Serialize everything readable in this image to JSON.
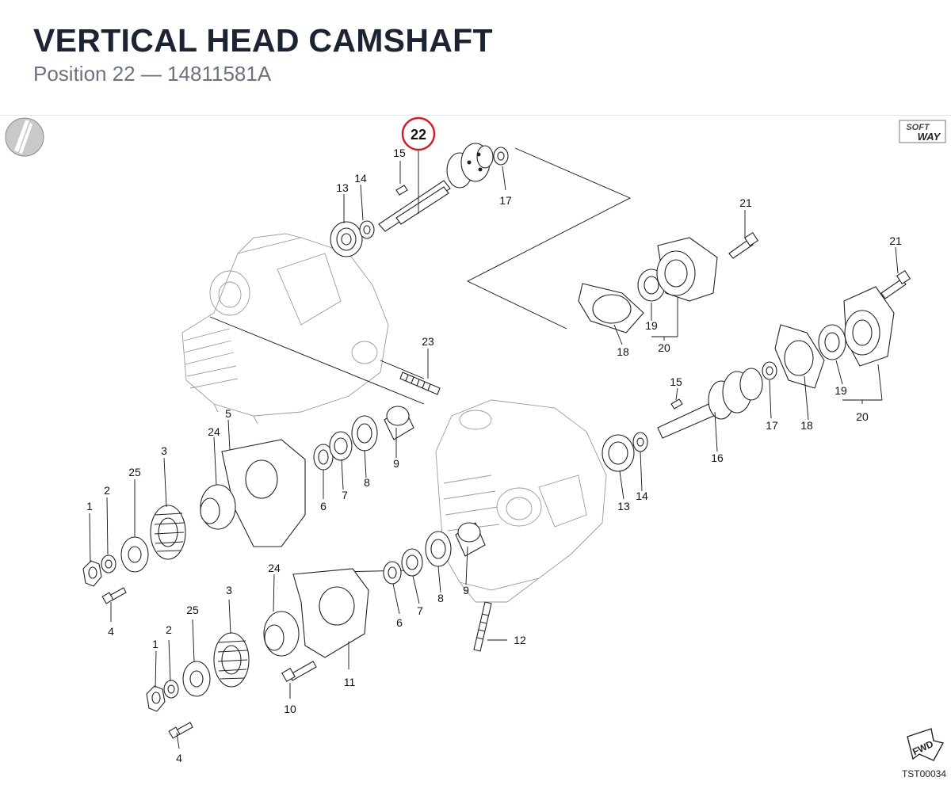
{
  "header": {
    "title": "VERTICAL HEAD CAMSHAFT",
    "subtitle": "Position 22 — 14811581A"
  },
  "diagram": {
    "highlight": "22",
    "highlight_color": "#d0202a",
    "logo_text": {
      "line1": "SOFT",
      "line2": "WAY"
    },
    "fwd_label": "FWD",
    "drawing_code": "TST00034",
    "callouts": [
      {
        "id": "c22",
        "text": "22"
      },
      {
        "id": "c15a",
        "text": "15"
      },
      {
        "id": "c13a",
        "text": "13"
      },
      {
        "id": "c14a",
        "text": "14"
      },
      {
        "id": "c17a",
        "text": "17"
      },
      {
        "id": "c21a",
        "text": "21"
      },
      {
        "id": "c21b",
        "text": "21"
      },
      {
        "id": "c19a",
        "text": "19"
      },
      {
        "id": "c20a",
        "text": "20"
      },
      {
        "id": "c18a",
        "text": "18"
      },
      {
        "id": "c23",
        "text": "23"
      },
      {
        "id": "c18b",
        "text": "18"
      },
      {
        "id": "c19b",
        "text": "19"
      },
      {
        "id": "c20b",
        "text": "20"
      },
      {
        "id": "c15b",
        "text": "15"
      },
      {
        "id": "c17b",
        "text": "17"
      },
      {
        "id": "c16",
        "text": "16"
      },
      {
        "id": "c13b",
        "text": "13"
      },
      {
        "id": "c14b",
        "text": "14"
      },
      {
        "id": "c5",
        "text": "5"
      },
      {
        "id": "c24a",
        "text": "24"
      },
      {
        "id": "c3a",
        "text": "3"
      },
      {
        "id": "c25a",
        "text": "25"
      },
      {
        "id": "c2a",
        "text": "2"
      },
      {
        "id": "c1a",
        "text": "1"
      },
      {
        "id": "c4a",
        "text": "4"
      },
      {
        "id": "c6a",
        "text": "6"
      },
      {
        "id": "c7a",
        "text": "7"
      },
      {
        "id": "c8a",
        "text": "8"
      },
      {
        "id": "c9a",
        "text": "9"
      },
      {
        "id": "c6b",
        "text": "6"
      },
      {
        "id": "c7b",
        "text": "7"
      },
      {
        "id": "c8b",
        "text": "8"
      },
      {
        "id": "c9b",
        "text": "9"
      },
      {
        "id": "c24b",
        "text": "24"
      },
      {
        "id": "c3b",
        "text": "3"
      },
      {
        "id": "c25b",
        "text": "25"
      },
      {
        "id": "c2b",
        "text": "2"
      },
      {
        "id": "c1b",
        "text": "1"
      },
      {
        "id": "c4b",
        "text": "4"
      },
      {
        "id": "c10",
        "text": "10"
      },
      {
        "id": "c11",
        "text": "11"
      },
      {
        "id": "c12",
        "text": "12"
      }
    ]
  }
}
